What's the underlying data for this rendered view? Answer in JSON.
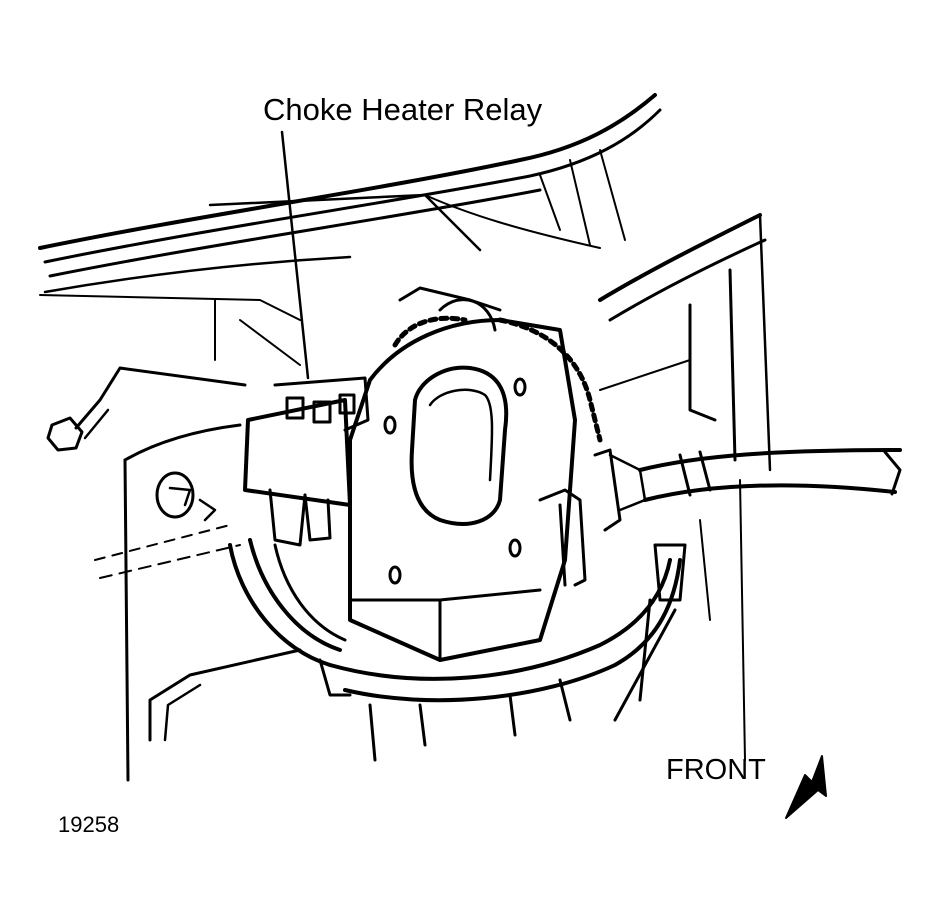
{
  "diagram": {
    "callout_label": "Choke Heater Relay",
    "direction_label": "FRONT",
    "figure_number": "19258"
  },
  "icons": {
    "direction_arrow": "front-arrow-icon"
  },
  "colors": {
    "ink": "#000000",
    "paper": "#ffffff"
  }
}
